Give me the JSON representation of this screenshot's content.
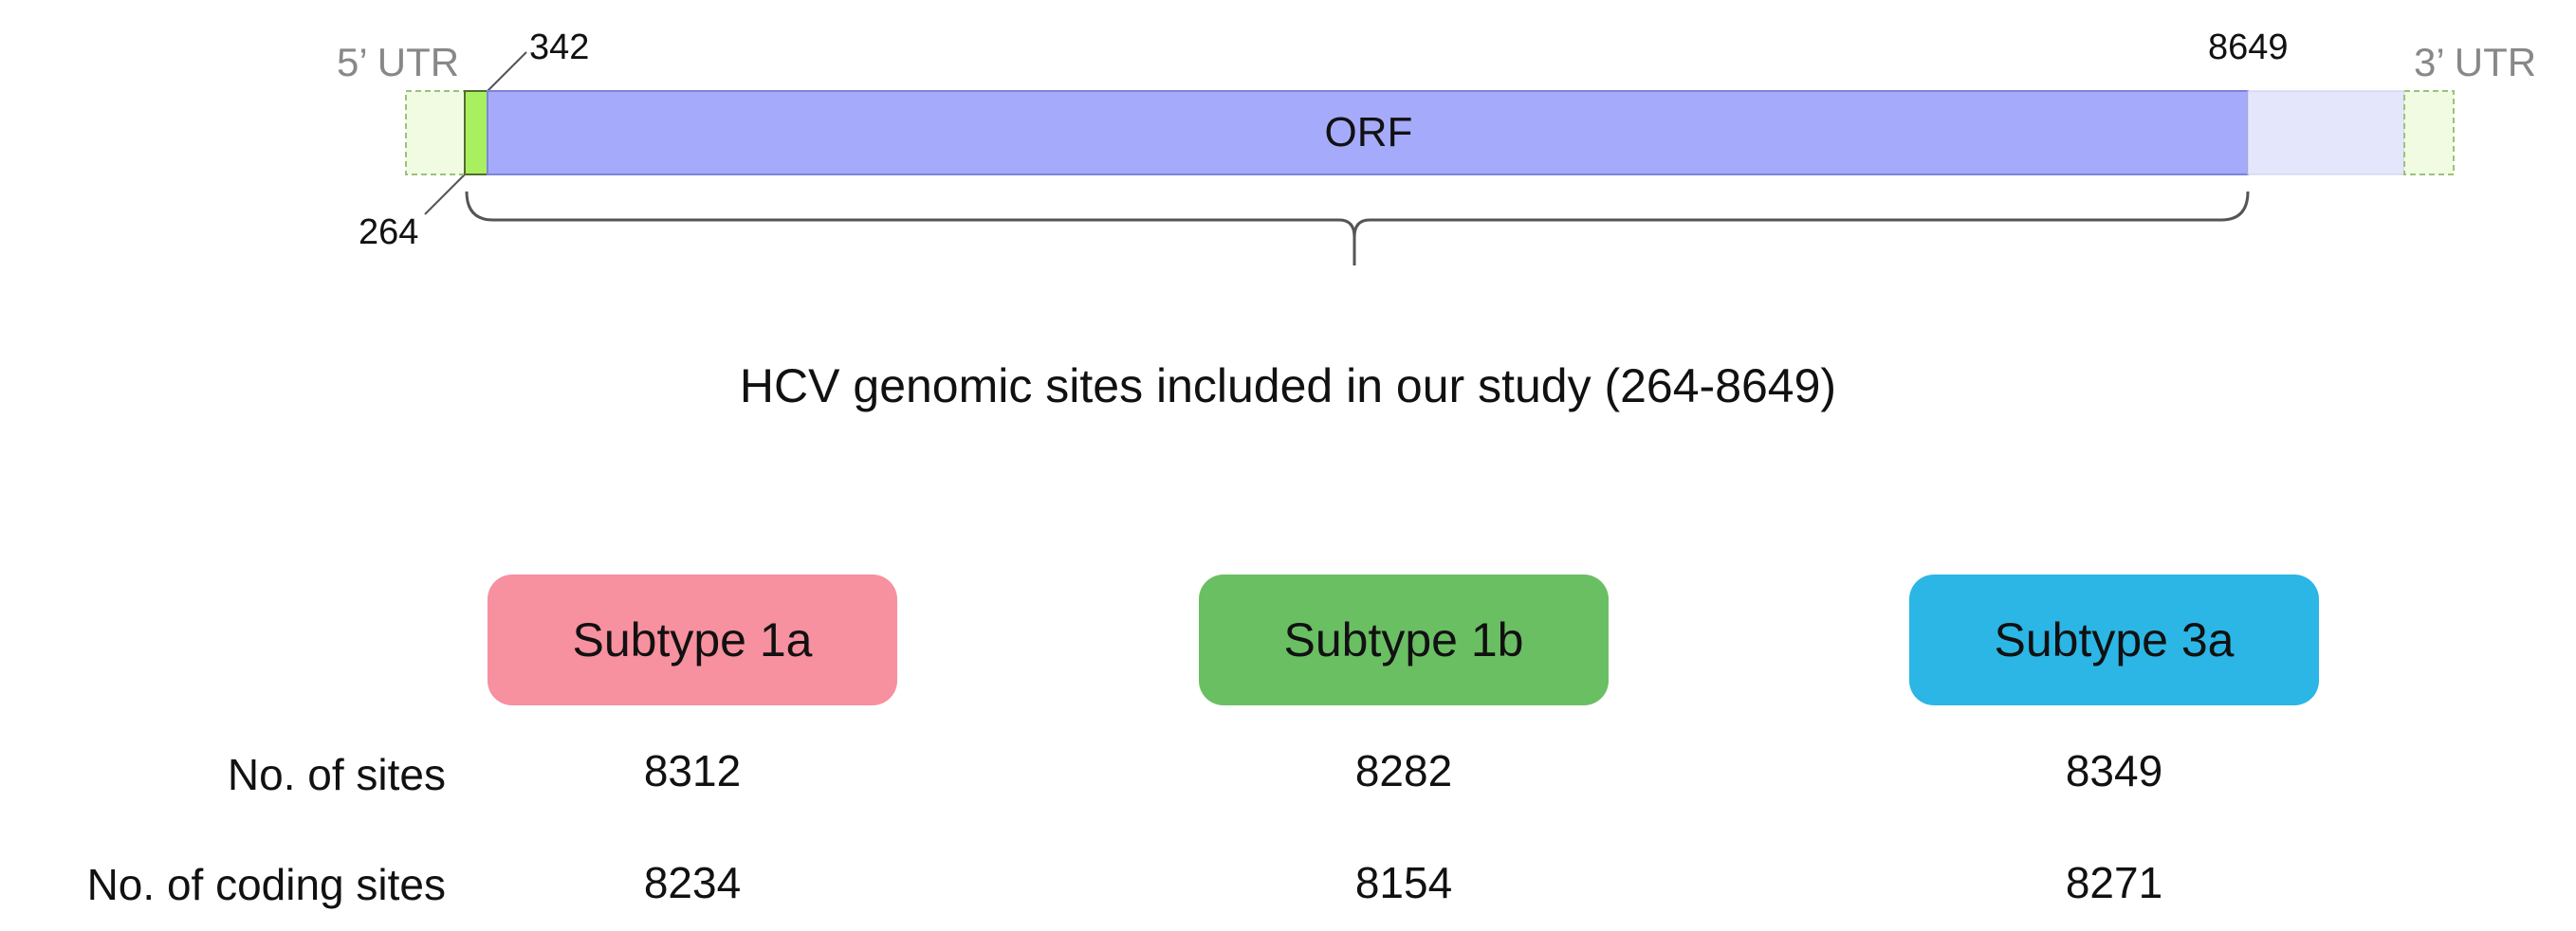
{
  "genome": {
    "utr5_label": "5’ UTR",
    "utr3_label": "3’ UTR",
    "orf_label": "ORF",
    "pos_264": "264",
    "pos_342": "342",
    "pos_8649": "8649",
    "colors": {
      "utr_fill": "#f0fbe2",
      "utr_stroke": "#9ac27a",
      "green_segment": "#a8f060",
      "orf_fill": "#a6aafb",
      "tail_fill": "#e4e6fc",
      "bracket": "#555555"
    }
  },
  "caption": "HCV genomic sites included in our study (264-8649)",
  "table": {
    "row_labels": [
      "No. of sites",
      "No. of coding sites"
    ],
    "subtypes": [
      {
        "name": "Subtype 1a",
        "color": "#f7909f",
        "sites": "8312",
        "coding_sites": "8234"
      },
      {
        "name": "Subtype 1b",
        "color": "#6abf63",
        "sites": "8282",
        "coding_sites": "8154"
      },
      {
        "name": "Subtype 3a",
        "color": "#2bb6e6",
        "sites": "8349",
        "coding_sites": "8271"
      }
    ]
  }
}
